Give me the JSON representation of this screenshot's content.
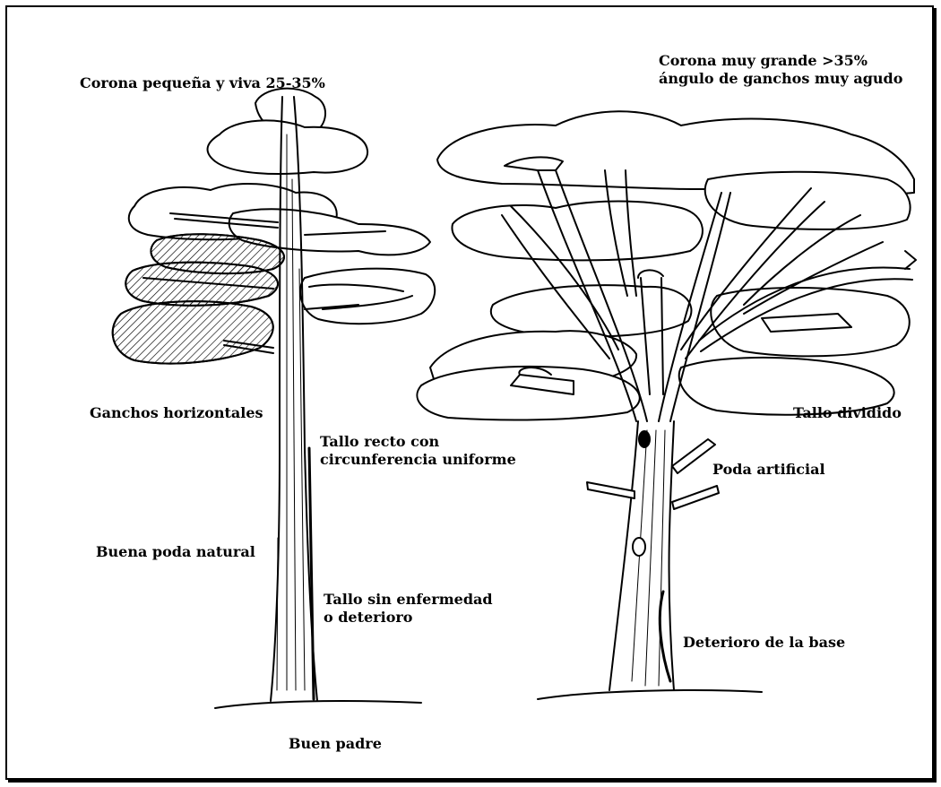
{
  "labels": {
    "good_crown": "Corona pequeña y viva 25-35%",
    "bad_crown_line1": "Corona muy grande >35%",
    "bad_crown_line2": "ángulo de ganchos muy agudo",
    "horizontal_branches": "Ganchos horizontales",
    "straight_stem_line1": "Tallo recto con",
    "straight_stem_line2": "circunferencia uniforme",
    "natural_pruning": "Buena poda natural",
    "healthy_stem_line1": "Tallo sin enfermedad",
    "healthy_stem_line2": "o deterioro",
    "good_parent": "Buen padre",
    "forked_stem": "Tallo dividido",
    "artificial_pruning": "Poda artificial",
    "base_decay": "Deterioro de la base"
  }
}
